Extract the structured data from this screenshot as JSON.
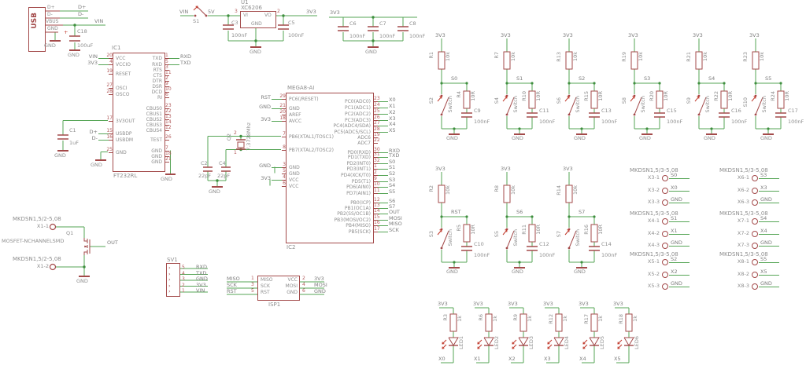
{
  "palette": {
    "symbol": "#a34a4a",
    "wire": "#56a556",
    "label": "#8e8e8e",
    "pin_number": "#b25b5b",
    "accent_red": "#c0392b"
  },
  "usb": {
    "part": "USB",
    "pin_dp": "D+",
    "pin_dm": "D-",
    "pin_vbus": "VBUS",
    "pin_gnd": "GND",
    "net_dp": "D+",
    "net_dm": "D-",
    "net_vin": "VIN",
    "gnd1": "GND",
    "c18": "C18",
    "c18v": "100uF",
    "plus": "+",
    "gnd2": "GND"
  },
  "ic1": {
    "name": "IC1",
    "part": "FT232RL",
    "gnd_l": "GND",
    "gnd_r": "GND",
    "c1": "C1",
    "c1v": "1uF",
    "c1gnd": "GND",
    "left": [
      {
        "net": "VIN",
        "num": "20",
        "pin": "VCC"
      },
      {
        "net": "3V3",
        "num": "4",
        "pin": "VCCIO"
      },
      {
        "net": "",
        "num": "19",
        "pin": "RESET"
      },
      {
        "net": "",
        "num": "27",
        "pin": "OSCI"
      },
      {
        "net": "",
        "num": "28",
        "pin": "OSCO"
      },
      {
        "net": "",
        "num": "17",
        "pin": "3V3OUT"
      },
      {
        "net": "D+",
        "num": "15",
        "pin": "USBDP"
      },
      {
        "net": "D-",
        "num": "16",
        "pin": "USBDM"
      },
      {
        "net": "",
        "num": "25",
        "pin": "GND"
      }
    ],
    "right": [
      {
        "pin": "TXD",
        "num": "1",
        "net": "RXD"
      },
      {
        "pin": "RXD",
        "num": "5",
        "net": "TXD"
      },
      {
        "pin": "RTS",
        "num": "3",
        "net": ""
      },
      {
        "pin": "CTS",
        "num": "11",
        "net": ""
      },
      {
        "pin": "DTR",
        "num": "2",
        "net": ""
      },
      {
        "pin": "DSR",
        "num": "9",
        "net": ""
      },
      {
        "pin": "DCD",
        "num": "10",
        "net": ""
      },
      {
        "pin": "RI",
        "num": "6",
        "net": ""
      },
      {
        "pin": "CBUS0",
        "num": "23",
        "net": ""
      },
      {
        "pin": "CBUS1",
        "num": "22",
        "net": ""
      },
      {
        "pin": "CBUS2",
        "num": "13",
        "net": ""
      },
      {
        "pin": "CBUS3",
        "num": "14",
        "net": ""
      },
      {
        "pin": "CBUS4",
        "num": "12",
        "net": ""
      },
      {
        "pin": "TEST",
        "num": "26",
        "net": ""
      },
      {
        "pin": "GND",
        "num": "7",
        "net": ""
      },
      {
        "pin": "GND",
        "num": "18",
        "net": ""
      },
      {
        "pin": "GND",
        "num": "21",
        "net": ""
      }
    ]
  },
  "reg": {
    "vin": "VIN",
    "s1": "S1",
    "v5": "5V",
    "name": "U1",
    "part": "XC6206",
    "vi": "VI",
    "vo": "VO",
    "gnd_pin": "GND",
    "n_vi": "3",
    "n_vo": "2",
    "out": "3V3",
    "c3": "C3",
    "c3v": "100nF",
    "c5": "C5",
    "c5v": "100nF",
    "gnd": "GND"
  },
  "caps3": {
    "vcc": "3V3",
    "c6": "C6",
    "c6v": "100nF",
    "c7": "C7",
    "c7v": "100nF",
    "c8": "C8",
    "c8v": "100nF",
    "gnd": "GND"
  },
  "ic2": {
    "name": "IC2",
    "part": "MEGA8-AI",
    "q2": "Q2",
    "q2v": "7.3728Mhz",
    "q2p1": "1",
    "q2p2": "2",
    "c2": "C2",
    "c2v": "22pF",
    "c4": "C4",
    "c4v": "22pF",
    "gnd": "GND",
    "left": [
      {
        "net": "RST",
        "num": "29",
        "pin": "PC6(/RESET)"
      },
      {
        "net": "GND",
        "num": "21",
        "pin": "GND"
      },
      {
        "net": "",
        "num": "20",
        "pin": "AREF"
      },
      {
        "net": "3V3",
        "num": "18",
        "pin": "AVCC"
      },
      {
        "net": "",
        "num": "7",
        "pin": "PB6(XTAL1/TOSC1)"
      },
      {
        "net": "",
        "num": "8",
        "pin": "PB7(XTAL2/TOSC2)"
      },
      {
        "net": "GND",
        "num": "3",
        "pin": "GND"
      },
      {
        "net": "",
        "num": "5",
        "pin": "GND"
      },
      {
        "net": "3V3",
        "num": "4",
        "pin": "VCC"
      },
      {
        "net": "",
        "num": "6",
        "pin": "VCC"
      }
    ],
    "right": [
      {
        "pin": "PC0(ADC0)",
        "num": "23",
        "net": "X0"
      },
      {
        "pin": "PC1(ADC1)",
        "num": "24",
        "net": "X1"
      },
      {
        "pin": "PC2(ADC2)",
        "num": "25",
        "net": "X2"
      },
      {
        "pin": "PC3(ADC3)",
        "num": "26",
        "net": "X3"
      },
      {
        "pin": "PC4(ADC4/SDA)",
        "num": "27",
        "net": "X4"
      },
      {
        "pin": "PC5(ADC5/SCL)",
        "num": "28",
        "net": "X5"
      },
      {
        "pin": "ADC6",
        "num": "19",
        "net": ""
      },
      {
        "pin": "ADC7",
        "num": "22",
        "net": ""
      },
      {
        "pin": "PD0(RXD)",
        "num": "30",
        "net": "RXD"
      },
      {
        "pin": "PD1(TXD)",
        "num": "31",
        "net": "TXD"
      },
      {
        "pin": "PD2(INT0)",
        "num": "32",
        "net": "S0"
      },
      {
        "pin": "PD3(INT1)",
        "num": "1",
        "net": "S1"
      },
      {
        "pin": "PD4(XCK/T0)",
        "num": "2",
        "net": "S2"
      },
      {
        "pin": "PD5(T1)",
        "num": "9",
        "net": "S3"
      },
      {
        "pin": "PD6(AIN0)",
        "num": "10",
        "net": "S4"
      },
      {
        "pin": "PD7(AIN1)",
        "num": "11",
        "net": "S5"
      },
      {
        "pin": "PB0(ICP)",
        "num": "12",
        "net": "S6"
      },
      {
        "pin": "PB1(OC1A)",
        "num": "13",
        "net": "S7"
      },
      {
        "pin": "PB2(SS/OC1B)",
        "num": "14",
        "net": "OUT"
      },
      {
        "pin": "PB3(MOSI/OC2)",
        "num": "15",
        "net": "MOSI"
      },
      {
        "pin": "PB4(MISO)",
        "num": "16",
        "net": "MISO"
      },
      {
        "pin": "PB5(SCK)",
        "num": "17",
        "net": "SCK"
      }
    ]
  },
  "mosfet": {
    "title1": "MKDSN1,5/2-5,08",
    "x11": "X1-1",
    "q1": "Q1",
    "part": "MOSFET-NCHANNELSMD",
    "out": "OUT",
    "title2": "MKDSN1,5/2-5,08",
    "x12": "X1-2",
    "gnd": "GND"
  },
  "sv1": {
    "name": "SV1",
    "rows": [
      {
        "num": "5",
        "net": "RXD"
      },
      {
        "num": "4",
        "net": "TXD"
      },
      {
        "num": "3",
        "net": "GND"
      },
      {
        "num": "2",
        "net": "3V3"
      },
      {
        "num": "1",
        "net": "VIN"
      }
    ]
  },
  "isp": {
    "name": "ISP1",
    "left": [
      {
        "net": "MISO",
        "num": "1",
        "pin": "MISO"
      },
      {
        "net": "SCK",
        "num": "3",
        "pin": "SCK"
      },
      {
        "net": "RST",
        "num": "5",
        "pin": "RST"
      }
    ],
    "right": [
      {
        "pin": "VCC",
        "num": "2",
        "net": "3V3"
      },
      {
        "pin": "MOSI",
        "num": "4",
        "net": "MOSI"
      },
      {
        "pin": "GND",
        "num": "6",
        "net": "GND"
      }
    ]
  },
  "switch_cells": [
    {
      "vcc": "3V3",
      "r1": "R1",
      "r1v": "10k",
      "net": "S0",
      "sw": "S2",
      "swl": "Switch",
      "r2": "R4",
      "r2v": "10R",
      "c": "C9",
      "cv": "100nF",
      "gnd": "GND"
    },
    {
      "vcc": "3V3",
      "r1": "R7",
      "r1v": "10k",
      "net": "S1",
      "sw": "S4",
      "swl": "Switch",
      "r2": "R10",
      "r2v": "10R",
      "c": "C11",
      "cv": "100nF",
      "gnd": "GND"
    },
    {
      "vcc": "3V3",
      "r1": "R13",
      "r1v": "10k",
      "net": "S2",
      "sw": "S6",
      "swl": "Switch",
      "r2": "R15",
      "r2v": "10R",
      "c": "C13",
      "cv": "100nF",
      "gnd": "GND"
    },
    {
      "vcc": "3V3",
      "r1": "R19",
      "r1v": "10k",
      "net": "S3",
      "sw": "S8",
      "swl": "Switch",
      "r2": "R20",
      "r2v": "10R",
      "c": "C15",
      "cv": "100nF",
      "gnd": "GND"
    },
    {
      "vcc": "3V3",
      "r1": "R21",
      "r1v": "10k",
      "net": "S4",
      "sw": "S9",
      "swl": "Switch",
      "r2": "R22",
      "r2v": "10R",
      "c": "C16",
      "cv": "100nF",
      "gnd": "GND"
    },
    {
      "vcc": "3V3",
      "r1": "R23",
      "r1v": "10k",
      "net": "S5",
      "sw": "S10",
      "swl": "Switch",
      "r2": "R24",
      "r2v": "10R",
      "c": "C17",
      "cv": "100nF",
      "gnd": "GND"
    },
    {
      "vcc": "3V3",
      "r1": "R2",
      "r1v": "10k",
      "net": "RST",
      "sw": "S3",
      "swl": "Switch",
      "r2": "R5",
      "r2v": "10R",
      "c": "C10",
      "cv": "100nF",
      "gnd": "GND"
    },
    {
      "vcc": "3V3",
      "r1": "R8",
      "r1v": "10k",
      "net": "S6",
      "sw": "S5",
      "swl": "Switch",
      "r2": "R11",
      "r2v": "10R",
      "c": "C12",
      "cv": "100nF",
      "gnd": "GND"
    },
    {
      "vcc": "3V3",
      "r1": "R14",
      "r1v": "10k",
      "net": "S7",
      "sw": "S7",
      "swl": "Switch",
      "r2": "R16",
      "r2v": "10R",
      "c": "C14",
      "cv": "100nF",
      "gnd": "GND"
    }
  ],
  "connectors": [
    {
      "title": "MKDSN1,5/3-5,08",
      "pins": [
        {
          "pin": "X3-1",
          "net": "S0"
        },
        {
          "pin": "X3-2",
          "net": "X0"
        },
        {
          "pin": "X3-3",
          "net": "GND"
        }
      ]
    },
    {
      "title": "MKDSN1,5/3-5,08",
      "pins": [
        {
          "pin": "X4-1",
          "net": "S1"
        },
        {
          "pin": "X4-2",
          "net": "X1"
        },
        {
          "pin": "X4-3",
          "net": "GND"
        }
      ]
    },
    {
      "title": "MKDSN1,5/3-5,08",
      "pins": [
        {
          "pin": "X5-1",
          "net": "S2"
        },
        {
          "pin": "X5-2",
          "net": "X2"
        },
        {
          "pin": "X5-3",
          "net": "GND"
        }
      ]
    },
    {
      "title": "MKDSN1,5/3-5,08",
      "pins": [
        {
          "pin": "X6-1",
          "net": "S3"
        },
        {
          "pin": "X6-2",
          "net": "X3"
        },
        {
          "pin": "X6-3",
          "net": "GND"
        }
      ]
    },
    {
      "title": "MKDSN1,5/3-5,08",
      "pins": [
        {
          "pin": "X7-1",
          "net": "S4"
        },
        {
          "pin": "X7-2",
          "net": "X4"
        },
        {
          "pin": "X7-3",
          "net": "GND"
        }
      ]
    },
    {
      "title": "MKDSN1,5/3-5,08",
      "pins": [
        {
          "pin": "X8-1",
          "net": "S5"
        },
        {
          "pin": "X8-2",
          "net": "X5"
        },
        {
          "pin": "X8-3",
          "net": "GND"
        }
      ]
    }
  ],
  "leds": [
    {
      "vcc": "3V3",
      "r": "R3",
      "rv": "1k",
      "led": "LED1",
      "net": "X0"
    },
    {
      "vcc": "3V3",
      "r": "R6",
      "rv": "1k",
      "led": "LED2",
      "net": "X1"
    },
    {
      "vcc": "3V3",
      "r": "R9",
      "rv": "1k",
      "led": "LED3",
      "net": "X2"
    },
    {
      "vcc": "3V3",
      "r": "R12",
      "rv": "1k",
      "led": "LED4",
      "net": "X3"
    },
    {
      "vcc": "3V3",
      "r": "R17",
      "rv": "1k",
      "led": "LED5",
      "net": "X4"
    },
    {
      "vcc": "3V3",
      "r": "R18",
      "rv": "1k",
      "led": "LED6",
      "net": "X5"
    }
  ]
}
